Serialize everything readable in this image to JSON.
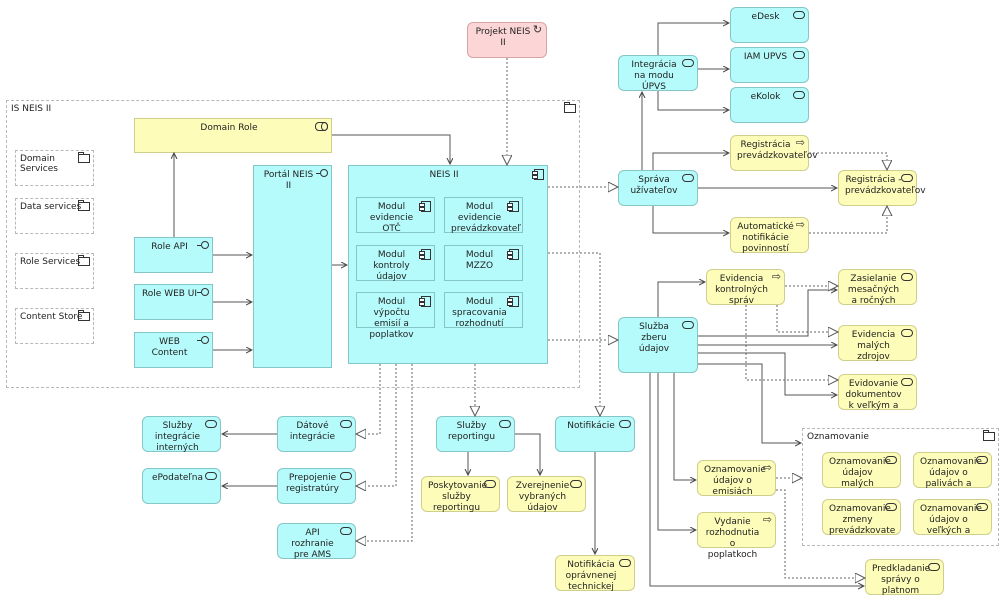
{
  "nodes": {
    "projekt": {
      "label": "Projekt NEIS II",
      "icon": "work-package-icon"
    },
    "is_neis": {
      "label": "IS NEIS II",
      "icon": "folder-icon"
    },
    "domain_role": {
      "label": "Domain Role",
      "icon": "role-icon"
    },
    "domain_services": {
      "label": "Domain Services",
      "icon": "folder-icon"
    },
    "data_services": {
      "label": "Data services",
      "icon": "folder-icon"
    },
    "role_services": {
      "label": "Role Services",
      "icon": "folder-icon"
    },
    "content_store": {
      "label": "Content Store",
      "icon": "folder-icon"
    },
    "role_api": {
      "label": "Role API",
      "icon": "interface-icon"
    },
    "role_web_ui": {
      "label": "Role WEB UI",
      "icon": "interface-icon"
    },
    "web_content": {
      "label": "WEB Content",
      "icon": "interface-icon"
    },
    "portal": {
      "label": "Portál NEIS II",
      "icon": "interface-icon"
    },
    "neis": {
      "label": "NEIS II",
      "icon": "component-icon"
    },
    "mod_otc": {
      "label": "Modul evidencie OTČ",
      "icon": "component-icon"
    },
    "mod_prev": {
      "label": "Modul evidencie prevádzkovateľ",
      "icon": "component-icon"
    },
    "mod_kontroly": {
      "label": "Modul kontroly údajov",
      "icon": "component-icon"
    },
    "mod_mzzo": {
      "label": "Modul MZZO",
      "icon": "component-icon"
    },
    "mod_vypoctu": {
      "label": "Modul výpočtu emisií a poplatkov",
      "icon": "component-icon"
    },
    "mod_rozhod": {
      "label": "Modul spracovania rozhodnutí",
      "icon": "component-icon"
    },
    "integracia_upvs": {
      "label": "Integrácia na modu ÚPVS",
      "icon": "service-icon"
    },
    "edesk": {
      "label": "eDesk",
      "icon": "service-icon"
    },
    "iam": {
      "label": "IAM UPVS",
      "icon": "service-icon"
    },
    "ekolok": {
      "label": "eKolok",
      "icon": "service-icon"
    },
    "reg_proc": {
      "label": "Registrácia prevádzkovateľov",
      "icon": "event-icon"
    },
    "sprava": {
      "label": "Správa užívateľov",
      "icon": "service-icon"
    },
    "reg_svc": {
      "label": "Registrácia - prevádzkovateľov",
      "icon": "service-icon"
    },
    "auto_notif": {
      "label": "Automatické notifikácie povinností",
      "icon": "event-icon"
    },
    "evid_kontr": {
      "label": "Evidencia kontrolných správ",
      "icon": "event-icon"
    },
    "zasielanie": {
      "label": "Zasielanie mesačných a ročných",
      "icon": "service-icon"
    },
    "zber": {
      "label": "Služba zberu údajov",
      "icon": "service-icon"
    },
    "evid_malych": {
      "label": "Evidencia malých zdrojov",
      "icon": "service-icon"
    },
    "evid_dok": {
      "label": "Evidovanie dokumentov k veľkým a",
      "icon": "service-icon"
    },
    "oznamovanie": {
      "label": "Oznamovanie",
      "icon": "folder-icon"
    },
    "ozn_malych": {
      "label": "Oznamovanie údajov malých",
      "icon": "service-icon"
    },
    "ozn_paliva": {
      "label": "Oznamovanie údajov o palivách a",
      "icon": "service-icon"
    },
    "ozn_zmeny": {
      "label": "Oznamovanie zmeny prevádzkovate",
      "icon": "service-icon"
    },
    "ozn_velkych": {
      "label": "Oznamovanie údajov o veľkých a",
      "icon": "service-icon"
    },
    "ozn_emisie": {
      "label": "Oznamovanie údajov o emisiách",
      "icon": "event-icon"
    },
    "vydanie": {
      "label": "Vydanie rozhodnutia o poplatkoch",
      "icon": "event-icon"
    },
    "predkladanie": {
      "label": "Predkladanie správy o platnom",
      "icon": "service-icon"
    },
    "sluzby_integr": {
      "label": "Služby integrácie interných",
      "icon": "service-icon"
    },
    "datove": {
      "label": "Dátové integrácie",
      "icon": "service-icon"
    },
    "epodatelna": {
      "label": "ePodateľna",
      "icon": "service-icon"
    },
    "prepojenie": {
      "label": "Prepojenie registratúry",
      "icon": "service-icon"
    },
    "api_ams": {
      "label": "API rozhranie pre AMS",
      "icon": "service-icon"
    },
    "reporting": {
      "label": "Služby reportingu",
      "icon": "service-icon"
    },
    "notifikacie": {
      "label": "Notifikácie",
      "icon": "service-icon"
    },
    "poskyt": {
      "label": "Poskytovanie služby reportingu",
      "icon": "service-icon"
    },
    "zverejnenie": {
      "label": "Zverejnenie vybraných údajov",
      "icon": "service-icon"
    },
    "notif_opr": {
      "label": "Notifikácia oprávnenej technickej",
      "icon": "service-icon"
    }
  },
  "colors": {
    "application": "#b5fbfb",
    "business": "#fdfdb9",
    "project": "#fcd6d6"
  }
}
